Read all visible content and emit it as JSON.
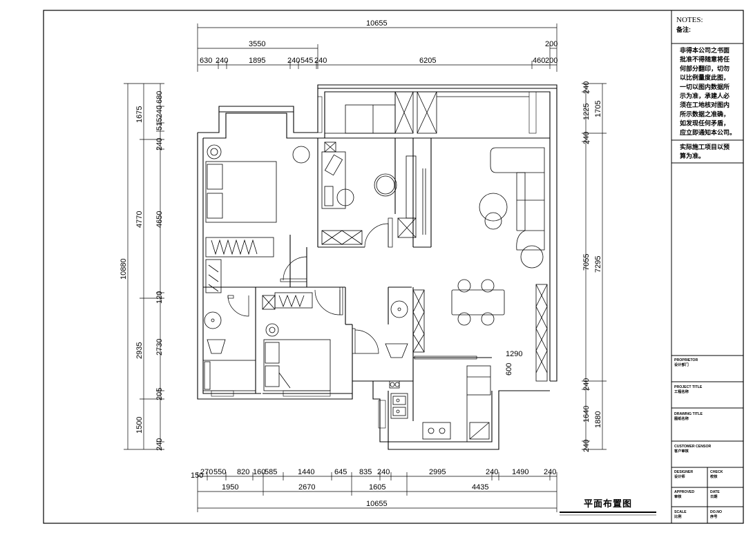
{
  "title": "平面布置图",
  "notes": {
    "header_en": "NOTES:",
    "header_cn": "备注:",
    "lines": [
      "非得本公司之书面",
      "批准不得随意将任",
      "何部分翻印，切勿",
      "以比例量度此图，",
      "一切以图内数据所",
      "示为准，承建人必",
      "须在工地核对图内",
      "所示数据之准确，",
      "如发现任何矛盾，",
      "应立即通知本公司。"
    ],
    "extra": [
      "实际施工项目以预",
      "算为准。"
    ]
  },
  "title_block": {
    "proprietor": [
      "PROPRIETOR",
      "设计部门"
    ],
    "project": [
      "PROJECT TITLE",
      "工程名称"
    ],
    "drawing": [
      "DRAWING TITLE",
      "图纸名称"
    ],
    "customer": [
      "CUSTOMER CENSOR",
      "客户审核"
    ],
    "designer": [
      "DESIGNER",
      "设计师"
    ],
    "check": [
      "CHECK",
      "校核"
    ],
    "approved": [
      "APPROVED",
      "审核"
    ],
    "date": [
      "DATE",
      "日期"
    ],
    "scale": [
      "SCALE",
      "比例"
    ],
    "no": [
      "DO.NO",
      "序号"
    ]
  },
  "dims_top": {
    "overall": "10655",
    "sub": "3550",
    "right_small": "200",
    "row": [
      "630",
      "240",
      "1895",
      "240",
      "545",
      "240",
      "6205",
      "460",
      "200"
    ]
  },
  "dims_bottom": {
    "row1": [
      "150",
      "270",
      "550",
      "820",
      "160",
      "585",
      "1440",
      "645",
      "835",
      "240",
      "2995",
      "240",
      "1490",
      "240"
    ],
    "row2": [
      "1950",
      "2670",
      "1605",
      "4435"
    ],
    "overall": "10655"
  },
  "dims_left": {
    "overall": "10880",
    "mid": [
      "4770",
      "2935",
      "1500"
    ],
    "inner": [
      "1675",
      "515",
      "240",
      "680",
      "240",
      "4650",
      "120",
      "2730",
      "205",
      "240"
    ]
  },
  "dims_right": {
    "outer": [
      "1705",
      "7295",
      "1880"
    ],
    "inner": [
      "240",
      "1225",
      "240",
      "7055",
      "240",
      "1640",
      "240"
    ]
  },
  "room_dims": [
    "1290",
    "600"
  ]
}
